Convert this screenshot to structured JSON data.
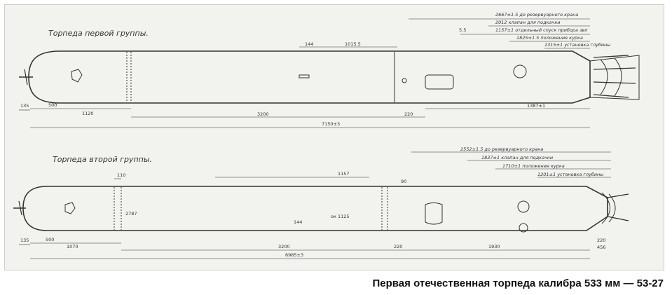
{
  "caption": "Первая отечественная торпеда калибра 533 мм — 53-27",
  "torpedo1": {
    "title": "Торпеда первой группы.",
    "notes": [
      "2667±1.5 до резервуарного крана",
      "2012 клапан для подкачки",
      "1157±1 отдельный спуск прибора звп",
      "1825±1.5 положение курка",
      "1315±1 установка глубины"
    ],
    "dims": {
      "nose": "135",
      "d500": "500",
      "d1120": "1120",
      "d3200": "3200",
      "d220": "220",
      "d1387": "1387±1",
      "total": "7150±3",
      "d144": "144",
      "d1015": "1015.5",
      "d55": "5.5"
    }
  },
  "torpedo2": {
    "title": "Торпеда второй группы.",
    "notes": [
      "2552±1.5 до резервуарного крана",
      "1837±1 клапан для подкачки",
      "1710±1 положение курка",
      "1201±1 установка глубины"
    ],
    "dims": {
      "nose": "135",
      "d500": "500",
      "d1070": "1070",
      "d3200": "3200",
      "d220": "220",
      "d1930": "1930",
      "total": "6985±3",
      "d110": "110",
      "d1157": "1157",
      "d90": "90",
      "d2787": "2787",
      "d1125": "ок 1125",
      "d144": "144",
      "d456": "456",
      "d220b": "220"
    }
  }
}
